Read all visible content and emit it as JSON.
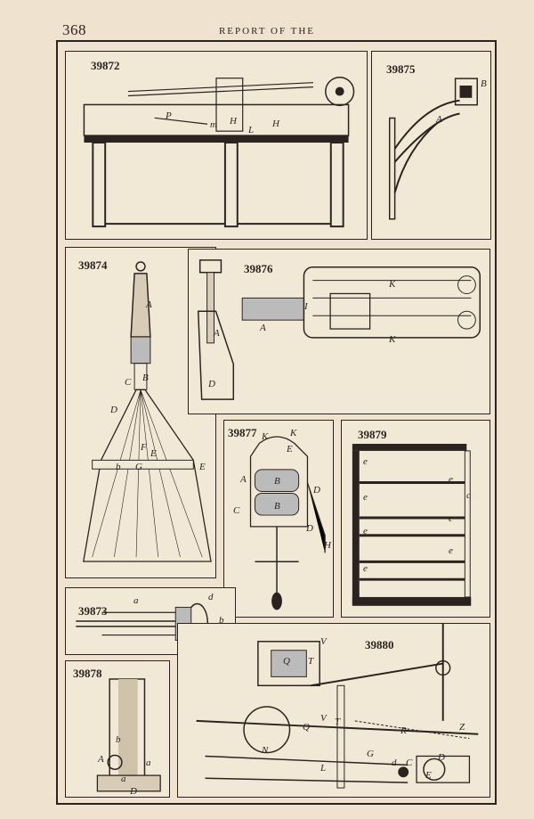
{
  "header": {
    "page_number": "368",
    "running_head": "REPORT OF THE"
  },
  "figures": {
    "f39872": {
      "number": "39872",
      "labels": [
        "P",
        "m",
        "H",
        "L",
        "H"
      ]
    },
    "f39875": {
      "number": "39875",
      "labels": [
        "A",
        "B"
      ]
    },
    "f39874": {
      "number": "39874",
      "labels": [
        "A",
        "B",
        "C",
        "D",
        "E",
        "F",
        "b",
        "G",
        "E"
      ]
    },
    "f39876": {
      "number": "39876",
      "labels": [
        "A",
        "D",
        "K",
        "I",
        "A",
        "K"
      ]
    },
    "f39877": {
      "number": "39877",
      "labels": [
        "K",
        "K",
        "E",
        "A",
        "B",
        "C",
        "B",
        "D",
        "D",
        "H"
      ]
    },
    "f39879": {
      "number": "39879",
      "labels": [
        "e",
        "e",
        "e",
        "e",
        "e",
        "e",
        "e",
        "c"
      ]
    },
    "f39873": {
      "number": "39873",
      "labels": [
        "a",
        "d",
        "b"
      ]
    },
    "f39878": {
      "number": "39878",
      "labels": [
        "b",
        "A",
        "a",
        "a",
        "D"
      ]
    },
    "f39880": {
      "number": "39880",
      "labels": [
        "V",
        "Q",
        "T",
        "V",
        "T",
        "Q",
        "R",
        "Z",
        "G",
        "d",
        "C",
        "D",
        "E",
        "N",
        "L"
      ]
    }
  }
}
